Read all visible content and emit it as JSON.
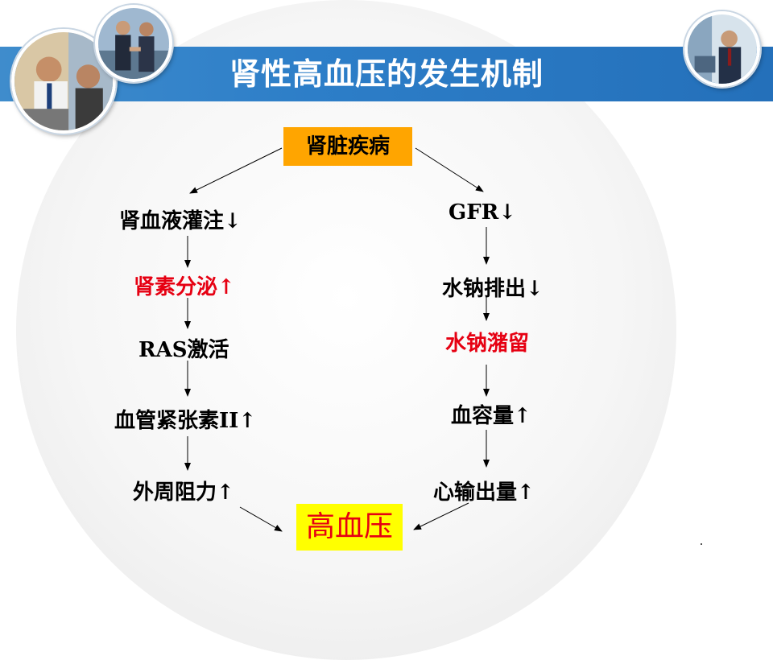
{
  "slide": {
    "title": "肾性高血压的发生机制",
    "colors": {
      "banner": "#2d7ec8",
      "top_box": "#ffa500",
      "result_box": "#ffff00",
      "highlight_text": "#e60012"
    }
  },
  "diagram": {
    "root": "肾脏疾病",
    "left_chain": [
      "肾血液灌注↓",
      "肾素分泌↑",
      "RAS激活",
      "血管紧张素II↑",
      "外周阻力↑"
    ],
    "right_chain": [
      "GFR↓",
      "水钠排出↓",
      "水钠潴留",
      "血容量↑",
      "心输出量↑"
    ],
    "result": "高血压",
    "highlighted": [
      "肾素分泌↑",
      "水钠潴留",
      "高血压"
    ]
  },
  "photos": [
    "business-people-photo",
    "handshake-photo",
    "presenter-photo"
  ]
}
